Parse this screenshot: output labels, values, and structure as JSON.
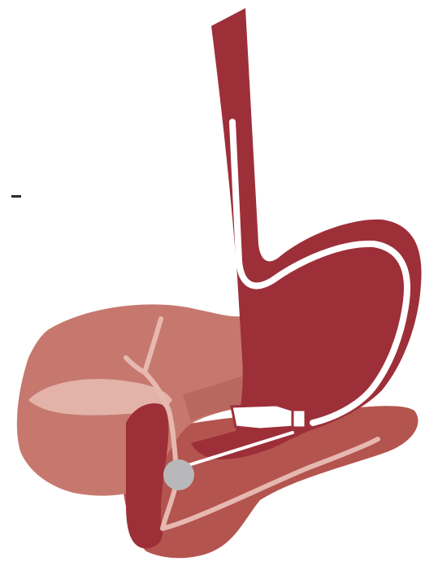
{
  "colors": {
    "background": "#ffffff",
    "stomach": "#9d2f38",
    "duodenum": "#9d2f38",
    "liver": "#c7786e",
    "liver_shadow": "#b9685f",
    "gallbladder": "#e3b3aa",
    "bile_duct": "#e6b8b0",
    "pancreas": "#b4544f",
    "pancreas_light": "#c46b63",
    "endoscope_channel": "#ffffff",
    "needle": "#ffffff",
    "balloon": "#b8b8ba",
    "device_body": "#ffffff",
    "device_outline": "#9d2f38",
    "stray_mark": "#2a2a2a"
  },
  "structures": {
    "stomach": "stomach-shape",
    "liver": "liver-shape",
    "gallbladder": "gallbladder-shape",
    "bile_duct": "bile-duct-shape",
    "duodenum": "duodenum-shape",
    "pancreas": "pancreas-shape",
    "endoscope": "endoscope-channel",
    "echoendoscope_tip": "transducer-tip",
    "needle": "puncture-needle",
    "stent_balloon": "lumen-apposing-balloon"
  }
}
